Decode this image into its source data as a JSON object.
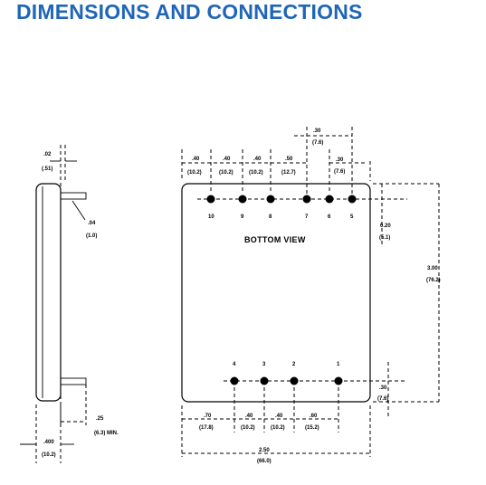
{
  "title": "DIMENSIONS AND CONNECTIONS",
  "colors": {
    "title": "#1f66b8",
    "lines": "#000000"
  },
  "side_view": {
    "top_dim": {
      "inch": ".02",
      "mm": "(.51)"
    },
    "pin_dia": {
      "inch": ".04",
      "mm": "(1.0)"
    },
    "pin_len": {
      "inch": ".25",
      "mm": "(6.3) MIN."
    },
    "width": {
      "inch": ".400",
      "mm": "(10.2)"
    }
  },
  "bottom_view": {
    "label": "BOTTOM VIEW",
    "pins_top": [
      "10",
      "9",
      "8",
      "7",
      "6",
      "5"
    ],
    "pins_bottom": [
      "4",
      "3",
      "2",
      "1"
    ],
    "top_dims": [
      {
        "inch": ".40",
        "mm": "(10.2)"
      },
      {
        "inch": ".40",
        "mm": "(10.2)"
      },
      {
        "inch": ".40",
        "mm": "(10.2)"
      },
      {
        "inch": ".50",
        "mm": "(12.7)"
      }
    ],
    "pin67": {
      "inch": ".30",
      "mm": "(7.6)"
    },
    "pin56": {
      "inch": ".30",
      "mm": "(7.6)"
    },
    "right_top": {
      "inch": "0.20",
      "mm": "(5.1)"
    },
    "height": {
      "inch": "3.00",
      "mm": "(76.2)"
    },
    "right_bottom": {
      "inch": ".30",
      "mm": "(7.6)"
    },
    "bottom_dims": [
      {
        "inch": ".70",
        "mm": "(17.8)"
      },
      {
        "inch": ".40",
        "mm": "(10.2)"
      },
      {
        "inch": ".40",
        "mm": "(10.2)"
      },
      {
        "inch": ".60",
        "mm": "(15.2)"
      }
    ],
    "width": {
      "inch": "2.50",
      "mm": "(66.0)"
    }
  }
}
